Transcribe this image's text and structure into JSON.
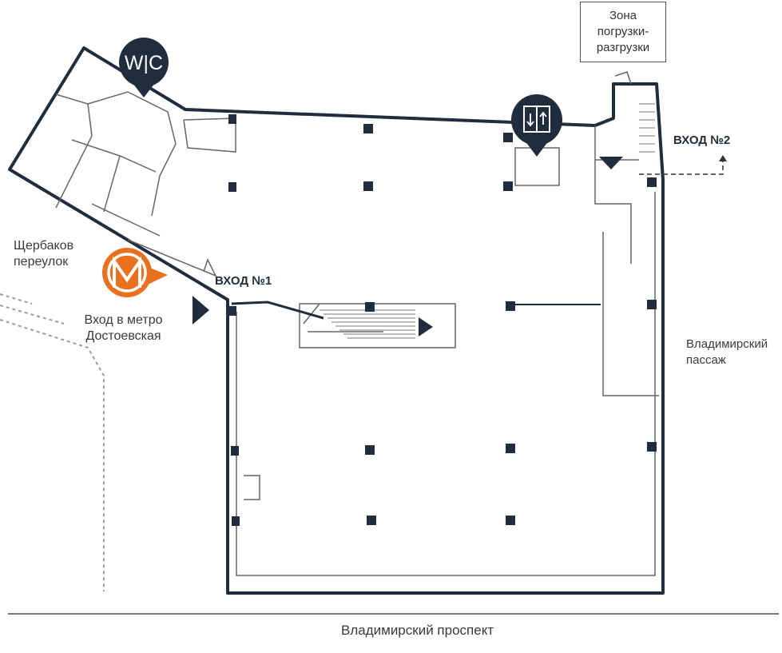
{
  "wc": {
    "label": "W|C"
  },
  "loading_zone": {
    "line1": "Зона",
    "line2": "погрузки-",
    "line3": "разгрузки"
  },
  "entrance_1": {
    "label": "ВХОД №1"
  },
  "entrance_2": {
    "label": "ВХОД №2"
  },
  "metro": {
    "letter": "M",
    "label_line1": "Вход в метро",
    "label_line2": "Достоевская",
    "color": "#e8701e"
  },
  "streets": {
    "shcherbakov_line1": "Щербаков",
    "shcherbakov_line2": "переулок",
    "passage_line1": "Владимирский",
    "passage_line2": "пассаж",
    "prospect": "Владимирский проспект"
  },
  "colors": {
    "wall": "#1f2d3d",
    "marker": "#1f2d3d",
    "thin": "#666666"
  }
}
